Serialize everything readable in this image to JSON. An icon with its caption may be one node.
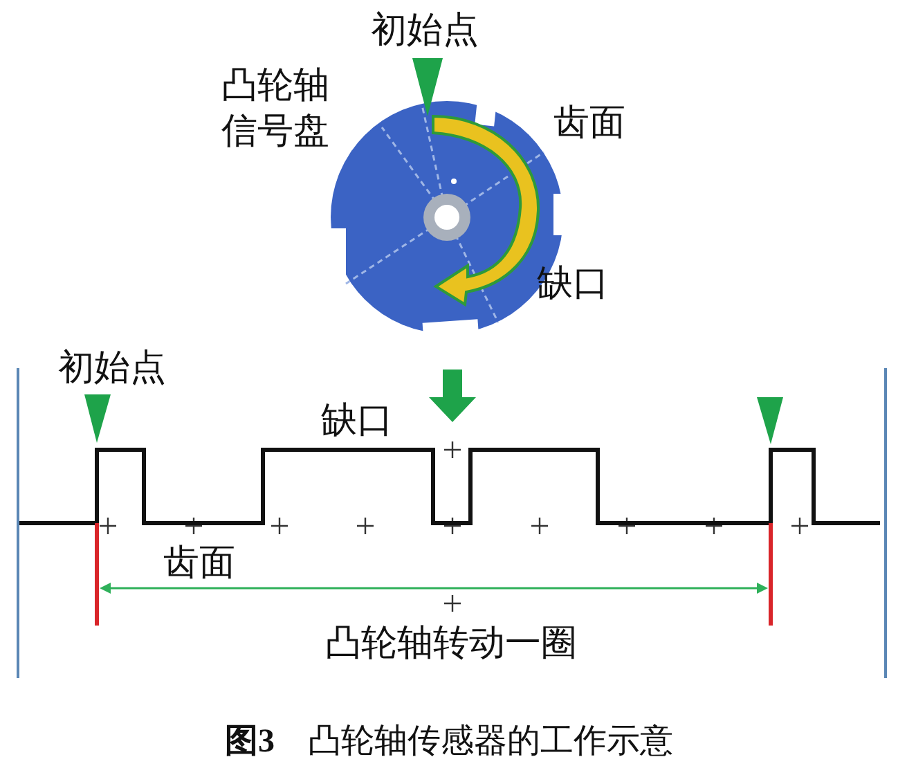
{
  "diagram": {
    "caption": "**图3**　凸轮轴传感器的工作示意",
    "labels": [
      "初始点",
      "凸轮轴信号盘",
      "齿面",
      "缺口",
      "初始点",
      "缺口",
      "齿面",
      "凸轮轴转动一圈"
    ]
  }
}
